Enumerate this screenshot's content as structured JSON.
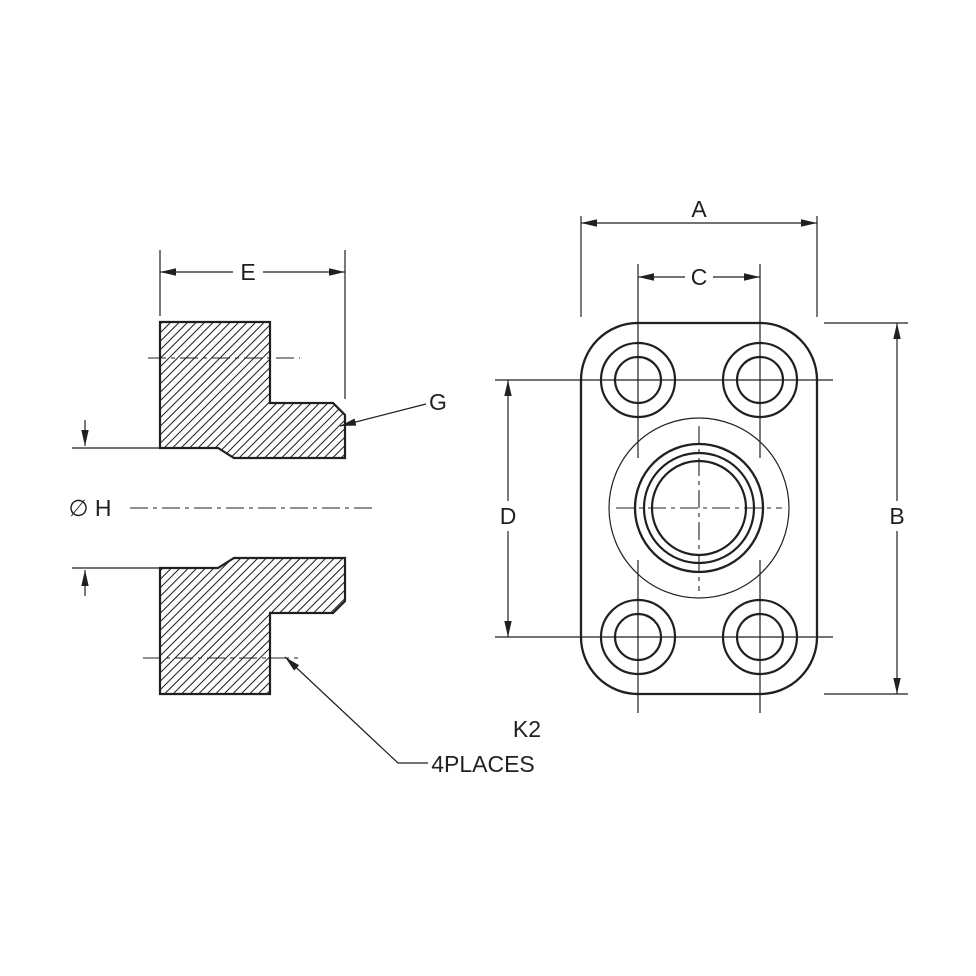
{
  "colors": {
    "line": "#231f20",
    "background": "#ffffff"
  },
  "dimension_labels": {
    "overall_width": "A",
    "overall_height": "B",
    "bolt_spacing_horizontal": "C",
    "bolt_spacing_vertical": "D",
    "side_width": "E",
    "chamfer": "G",
    "bore_diameter": "∅ H"
  },
  "notes": {
    "hole_callout_line1": "K2",
    "hole_callout_line2": "4PLACES"
  }
}
